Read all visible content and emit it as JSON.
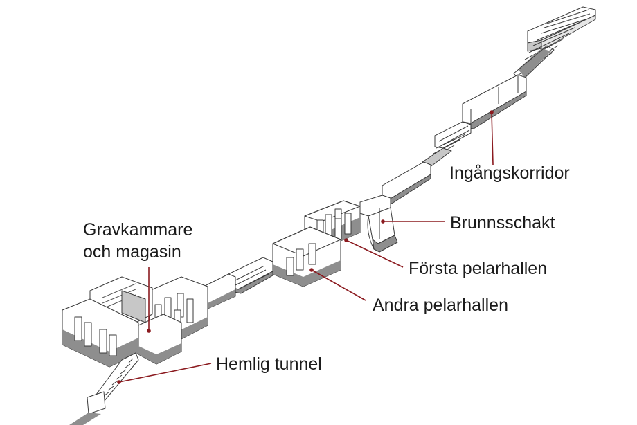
{
  "labels": {
    "entrance_corridor": "Ingångskorridor",
    "well_shaft": "Brunnsschakt",
    "first_pillared_hall": "Första pelarhallen",
    "second_pillared_hall": "Andra pelarhallen",
    "burial_chamber_line1": "Gravkammare",
    "burial_chamber_line2": "och magasin",
    "secret_tunnel": "Hemlig tunnel"
  },
  "colors": {
    "background": "#ffffff",
    "outline": "#3a3a3a",
    "floor": "#8e8e8e",
    "wall_shade": "#c7c7c7",
    "leader": "#8b1a1f",
    "marker": "#8b1a1f",
    "text": "#1b1b1b"
  }
}
